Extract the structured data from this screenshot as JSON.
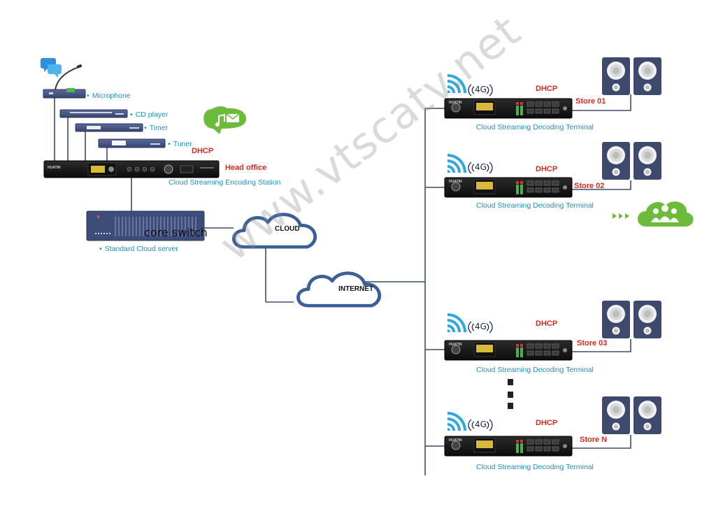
{
  "sources": {
    "microphone": "Microphone",
    "cd_player": "CD player",
    "timer": "Timer",
    "tuner": "Tuner"
  },
  "head_office": {
    "dhcp": "DHCP",
    "name": "Head office",
    "station": "Cloud Streaming Encoding Station",
    "brand": "HUATIN"
  },
  "server": {
    "switch_label": "core switch",
    "name": "Standard Cloud server"
  },
  "network": {
    "cloud": "CLOUD",
    "internet": "INTERNET"
  },
  "terminals": [
    {
      "dhcp": "DHCP",
      "store": "Store 01",
      "label": "Cloud Streaming Decoding Terminal",
      "signal": "4G",
      "brand": "HUATIN"
    },
    {
      "dhcp": "DHCP",
      "store": "Store 02",
      "label": "Cloud Streaming Decoding Terminal",
      "signal": "4G",
      "brand": "HUATIN"
    },
    {
      "dhcp": "DHCP",
      "store": "Store 03",
      "label": "Cloud Streaming Decoding Terminal",
      "signal": "4G",
      "brand": "HUATIN"
    },
    {
      "dhcp": "DHCP",
      "store": "Store N",
      "label": "Cloud Streaming Decoding Terminal",
      "signal": "4G",
      "brand": "HUATIN"
    }
  ],
  "watermark": "www.vtscatv.net",
  "colors": {
    "device_blue": "#3d4d7a",
    "label_blue": "#1a8fc8",
    "label_red": "#d42a1c",
    "cloud_stroke": "#3d5f97",
    "green_badge": "#6dbb3a",
    "speaker_fill": "#3d4a6e"
  },
  "icons": [
    "chat-icon",
    "music-message-icon",
    "wifi-icon",
    "speaker-icon",
    "users-cloud-icon",
    "arrows-icon"
  ]
}
